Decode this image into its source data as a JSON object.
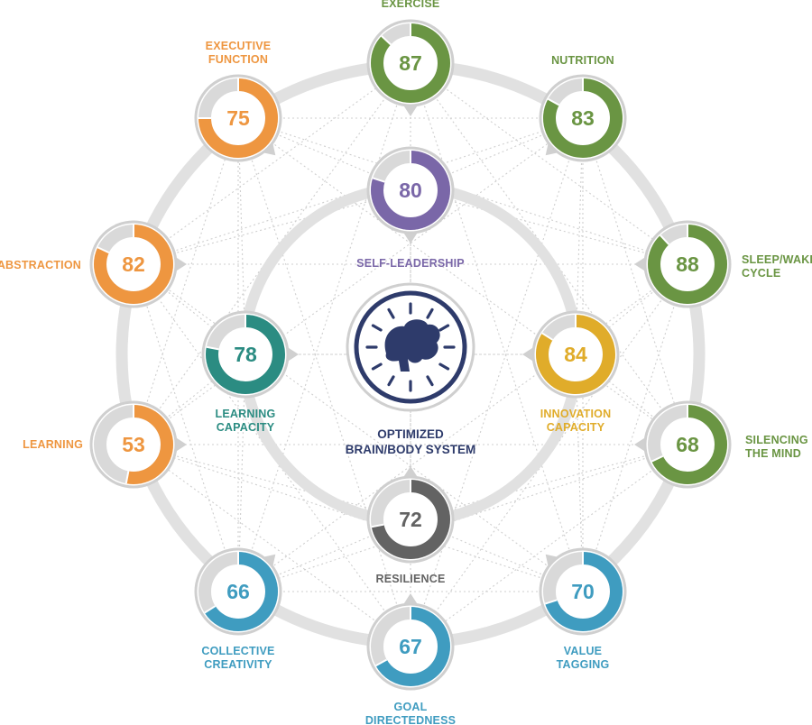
{
  "colors": {
    "orange": "#ee9640",
    "green": "#6a9543",
    "teal": "#2b8c82",
    "purple": "#7a67a8",
    "gold": "#e0ac2a",
    "gray": "#636363",
    "blue": "#3f9cc0",
    "navy": "#2e3b6b",
    "track": "#d9d9d9",
    "ring": "#e1e1e1",
    "bubble_ring": "#cfcfcf"
  },
  "center": {
    "icon": "brain-icon",
    "label_line1": "OPTIMIZED",
    "label_line2": "BRAIN/BODY SYSTEM"
  },
  "nodes": [
    {
      "id": "exercise",
      "value": 87,
      "color": "green",
      "label": [
        "EXERCISE"
      ]
    },
    {
      "id": "nutrition",
      "value": 83,
      "color": "green",
      "label": [
        "NUTRITION"
      ]
    },
    {
      "id": "sleep-wake-cycle",
      "value": 88,
      "color": "green",
      "label": [
        "SLEEP/WAKE",
        "CYCLE"
      ]
    },
    {
      "id": "silencing-the-mind",
      "value": 68,
      "color": "green",
      "label": [
        "SILENCING",
        "THE MIND"
      ]
    },
    {
      "id": "value-tagging",
      "value": 70,
      "color": "blue",
      "label": [
        "VALUE",
        "TAGGING"
      ]
    },
    {
      "id": "goal-directedness",
      "value": 67,
      "color": "blue",
      "label": [
        "GOAL",
        "DIRECTEDNESS"
      ]
    },
    {
      "id": "collective-creativity",
      "value": 66,
      "color": "blue",
      "label": [
        "COLLECTIVE",
        "CREATIVITY"
      ]
    },
    {
      "id": "learning",
      "value": 53,
      "color": "orange",
      "label": [
        "LEARNING"
      ]
    },
    {
      "id": "abstraction",
      "value": 82,
      "color": "orange",
      "label": [
        "ABSTRACTION"
      ]
    },
    {
      "id": "executive-function",
      "value": 75,
      "color": "orange",
      "label": [
        "EXECUTIVE",
        "FUNCTION"
      ]
    },
    {
      "id": "self-leadership",
      "value": 80,
      "color": "purple",
      "label": [
        "SELF-LEADERSHIP"
      ]
    },
    {
      "id": "innovation-capacity",
      "value": 84,
      "color": "gold",
      "label": [
        "INNOVATION",
        "CAPACITY"
      ]
    },
    {
      "id": "resilience",
      "value": 72,
      "color": "gray",
      "label": [
        "RESILIENCE"
      ]
    },
    {
      "id": "learning-capacity",
      "value": 78,
      "color": "teal",
      "label": [
        "LEARNING",
        "CAPACITY"
      ]
    }
  ]
}
